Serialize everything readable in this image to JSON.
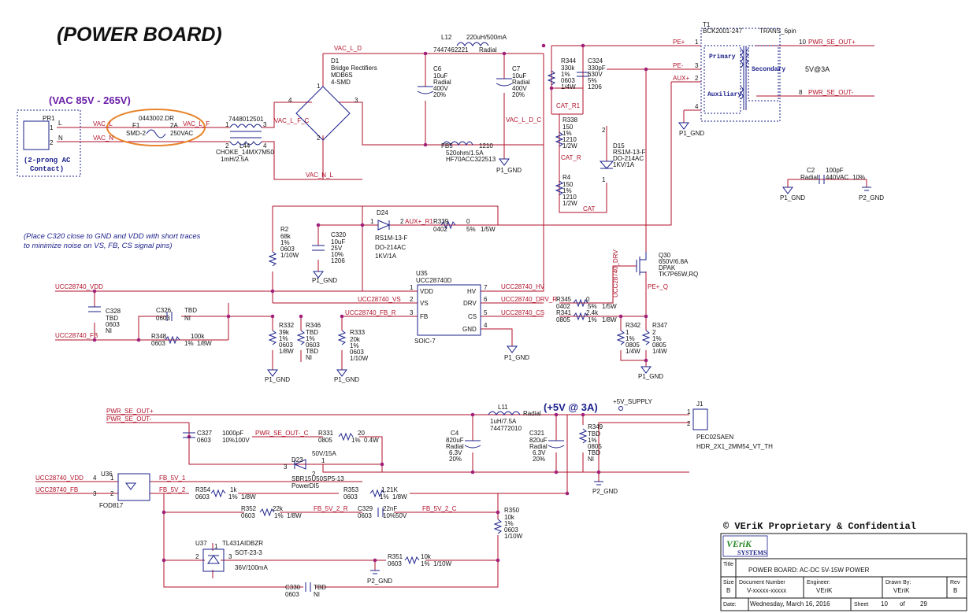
{
  "title": "(POWER BOARD)",
  "vac_range": "(VAC 85V - 265V)",
  "pr1": {
    "ref": "PR1",
    "pin1": "1",
    "pin2": "2",
    "l": "L",
    "n": "N",
    "note1": "(2-prong AC",
    "note2": "Contact)"
  },
  "net_vac_l": "VAC_L",
  "net_vac_n": "VAC_N",
  "net_vac_l_f": "VAC_L_F",
  "net_vac_l_d": "VAC_L_D",
  "net_vac_l_f_c": "VAC_L_F_C",
  "net_vac_n_l": "VAC_N_L",
  "net_vac_l_d_c": "VAC_L_D_C",
  "f1": {
    "part": "0443002.DR",
    "ref": "F1",
    "pkg": "SMD-2",
    "rating": "2A",
    "volt": "250VAC"
  },
  "l44": {
    "part": "7448012501",
    "ref": "L44",
    "desc": "CHOKE_14MX7M50",
    "val": "1mH/2.5A",
    "p1": "1",
    "p2": "2",
    "p3": "3",
    "p4": "4"
  },
  "d1": {
    "ref": "D1",
    "desc": "Bridge Rectifiers",
    "part": "MDB6S",
    "pkg": "4-SMD",
    "p1": "1",
    "p2": "2",
    "p3": "3",
    "p4": "4"
  },
  "l12": {
    "ref": "L12",
    "val": "220uH/500mA",
    "part": "7447462221",
    "pkg": "Radial"
  },
  "c6": {
    "ref": "C6",
    "val": "10uF",
    "pkg": "Radial",
    "v": "400V",
    "tol": "20%"
  },
  "c7": {
    "ref": "C7",
    "val": "10uF",
    "pkg": "Radial",
    "v": "400V",
    "tol": "20%"
  },
  "fb5": {
    "ref": "FB5",
    "pkg": "1210",
    "val": "520ohm/1.5A",
    "part": "HF70ACC322513"
  },
  "p1_gnd": "P1_GND",
  "p2_gnd": "P2_GND",
  "r344": {
    "ref": "R344",
    "val": "330k",
    "tol": "1%",
    "pkg": "0603",
    "pw": "1/4W"
  },
  "c324": {
    "ref": "C324",
    "val": "330pF",
    "v": "630V",
    "tol": "5%",
    "pkg": "1206"
  },
  "net_cat_r1": "CAT_R1",
  "net_cat_r": "CAT_R",
  "net_cat": "CAT",
  "r338": {
    "ref": "R338",
    "val": "150",
    "tol": "1%",
    "pkg": "1210",
    "pw": "1/2W"
  },
  "r4": {
    "ref": "R4",
    "val": "150",
    "tol": "1%",
    "pkg": "1210",
    "pw": "1/2W"
  },
  "d15": {
    "ref": "D15",
    "part": "RS1M-13-F",
    "pkg": "DO-214AC",
    "val": "1KV/1A",
    "p1": "1",
    "p2": "2"
  },
  "t1": {
    "ref": "T1",
    "part": "BCK2001-247",
    "sym": "TRANS_6pin",
    "primary": "Primary",
    "secondary": "Secondary",
    "auxiliary": "Auxiliary",
    "out": "5V@3A",
    "p1": "1",
    "p2": "2",
    "p3": "3",
    "p4": "4",
    "p8": "8",
    "p10": "10"
  },
  "net_pe_plus": "PE+",
  "net_pe_minus": "PE-",
  "net_aux_plus": "AUX+",
  "net_pwr_se_out_plus": "PWR_SE_OUT+",
  "net_pwr_se_out_minus": "PWR_SE_OUT-",
  "net_pe_plus_q": "PE+_Q",
  "c2": {
    "ref": "C2",
    "pkg": "Radial",
    "val": "100pF",
    "v": "440VAC",
    "tol": "10%"
  },
  "d24": {
    "ref": "D24",
    "part": "RS1M-13-F",
    "pkg": "DO-214AC",
    "val": "1KV/1A",
    "p1": "1",
    "p2": "2"
  },
  "net_aux_r1": "AUX+_R1",
  "r339": {
    "ref": "R339",
    "val": "0",
    "pkg": "0402",
    "tol": "5%",
    "pw": "1/5W"
  },
  "note1": "(Place C320 close to GND and VDD with short traces",
  "note2": "to minimize noise on VS, FB, CS signal pins)",
  "r2": {
    "ref": "R2",
    "val": "68k",
    "tol": "1%",
    "pkg": "0603",
    "pw": "1/10W"
  },
  "c320": {
    "ref": "C320",
    "val": "10uF",
    "v": "25V",
    "tol": "10%",
    "pkg": "1206"
  },
  "u35": {
    "ref": "U35",
    "part": "UCC28740D",
    "pkg": "SOIC-7",
    "vdd": "VDD",
    "vs": "VS",
    "fb": "FB",
    "hv": "HV",
    "drv": "DRV",
    "cs": "CS",
    "gnd": "GND",
    "p1": "1",
    "p2": "2",
    "p3": "3",
    "p4": "4",
    "p5": "5",
    "p6": "6",
    "p7": "7"
  },
  "net_vdd": "UCC28740_VDD",
  "net_vs": "UCC28740_VS",
  "net_fb_r": "UCC28740_FB_R",
  "net_hv": "UCC28740_HV",
  "net_drv_r": "UCC28740_DRV_R",
  "net_cs": "UCC28740_CS",
  "net_fb": "UCC28740_FB",
  "net_drv": "UCC28740_DRV",
  "c328": {
    "ref": "C328",
    "val": "TBD",
    "pkg": "0603",
    "ni": "NI"
  },
  "c326": {
    "ref": "C326",
    "val": "TBD",
    "pkg": "0603",
    "ni": "NI"
  },
  "r348": {
    "ref": "R348",
    "pkg": "0603",
    "val": "100k",
    "tol": "1%",
    "pw": "1/8W"
  },
  "r332": {
    "ref": "R332",
    "val": "39k",
    "tol": "1%",
    "pkg": "0603",
    "pw": "1/8W"
  },
  "r346": {
    "ref": "R346",
    "val": "TBD",
    "tol": "1%",
    "pkg": "0603",
    "v2": "TBD",
    "ni": "NI"
  },
  "r333": {
    "ref": "R333",
    "val": "20k",
    "tol": "1%",
    "pkg": "0603",
    "pw": "1/10W"
  },
  "r345": {
    "ref": "R345",
    "val": "0",
    "pkg": "0402",
    "tol": "5%",
    "pw": "1/5W"
  },
  "r341": {
    "ref": "R341",
    "pkg": "0805",
    "val": "2.4k",
    "tol": "1%",
    "pw": "1/8W"
  },
  "q30": {
    "ref": "Q30",
    "val": "650V/6.8A",
    "pkg": "DPAK",
    "part": "TK7P65W,RQ"
  },
  "r342": {
    "ref": "R342",
    "val": "1",
    "tol": "1%",
    "pkg": "0805",
    "pw": "1/4W"
  },
  "r347": {
    "ref": "R347",
    "val": "2",
    "tol": "1%",
    "pkg": "0805",
    "pw": "1/4W"
  },
  "out_title": "(+5V @ 3A)",
  "l11": {
    "ref": "L11",
    "pkg": "Radial",
    "val": "1uH/7.5A",
    "part": "744772010"
  },
  "net_5v": "+5V_SUPPLY",
  "j1": {
    "ref": "J1",
    "part": "PEC02SAEN",
    "sym": "HDR_2X1_2MM54_VT_TH",
    "p1": "1",
    "p2": "2"
  },
  "c327": {
    "ref": "C327",
    "val": "1000pF",
    "pkg": "0603",
    "tol": "10%",
    "v": "100V"
  },
  "net_pwr_se_out_c": "PWR_SE_OUT-_C",
  "r331": {
    "ref": "R331",
    "val": "20",
    "pkg": "0805",
    "tol": "1%",
    "pw": "0.4W"
  },
  "d23": {
    "ref": "D23",
    "val": "50V/15A",
    "part": "SBR15U50SP5-13",
    "pkg": "PowerDI5",
    "p1": "1",
    "p2": "2",
    "p3": "3"
  },
  "c4": {
    "ref": "C4",
    "val": "820uF",
    "pkg": "Radial",
    "v": "6.3V",
    "tol": "20%"
  },
  "c321": {
    "ref": "C321",
    "val": "820uF",
    "pkg": "Radial",
    "v": "6.3V",
    "tol": "20%"
  },
  "r349": {
    "ref": "R349",
    "val": "TBD",
    "tol": "1%",
    "pkg": "0805",
    "v2": "TBD",
    "ni": "NI"
  },
  "u36": {
    "ref": "U36",
    "part": "FOD817",
    "p1": "1",
    "p2": "2",
    "p3": "3",
    "p4": "4"
  },
  "net_fb_5v_1": "FB_5V_1",
  "net_fb_5v_2": "FB_5V_2",
  "net_fb_5v_2_r": "FB_5V_2_R",
  "net_fb_5v_2_c": "FB_5V_2_C",
  "r354": {
    "ref": "R354",
    "val": "1k",
    "pkg": "0603",
    "tol": "1%",
    "pw": "1/8W"
  },
  "r353": {
    "ref": "R353",
    "val": "1.21K",
    "pkg": "0603",
    "tol": "1%",
    "pw": "1/8W"
  },
  "r352": {
    "ref": "R352",
    "val": "22k",
    "pkg": "0603",
    "tol": "1%",
    "pw": "1/8W"
  },
  "c329": {
    "ref": "C329",
    "val": "22nF",
    "pkg": "0603",
    "tol": "10%",
    "v": "50V"
  },
  "r350": {
    "ref": "R350",
    "val": "10k",
    "tol": "1%",
    "pkg": "0603",
    "pw": "1/10W"
  },
  "u37": {
    "ref": "U37",
    "part": "TL431AIDBZR",
    "pkg": "SOT-23-3",
    "val": "36V/100mA",
    "p1": "1",
    "p2": "2",
    "p3": "3"
  },
  "r351": {
    "ref": "R351",
    "val": "10k",
    "pkg": "0603",
    "tol": "1%",
    "pw": "1/10W"
  },
  "c330": {
    "ref": "C330",
    "val": "TBD",
    "pkg": "0603",
    "ni": "NI"
  },
  "tb": {
    "copyright": "© VEriK Proprietary & Confidential",
    "logo_top": "VEriK",
    "logo_bottom": "SYSTEMS",
    "title_lbl": "Title",
    "title_val": "POWER BOARD: AC-DC 5V-15W POWER",
    "size_lbl": "Size",
    "size_val": "B",
    "docnum_lbl": "Document Number",
    "docnum_val": "V-xxxxx-xxxxx",
    "engineer_lbl": "Engineer:",
    "engineer_val": "VEriK",
    "drawn_lbl": "Drawn By:",
    "drawn_val": "VEriK",
    "rev_lbl": "Rev",
    "rev_val": "B",
    "date_lbl": "Date:",
    "date_val": "Wednesday, March 16, 2016",
    "sheet_lbl": "Sheet",
    "sheet_num": "10",
    "of_lbl": "of",
    "sheet_total": "29"
  }
}
